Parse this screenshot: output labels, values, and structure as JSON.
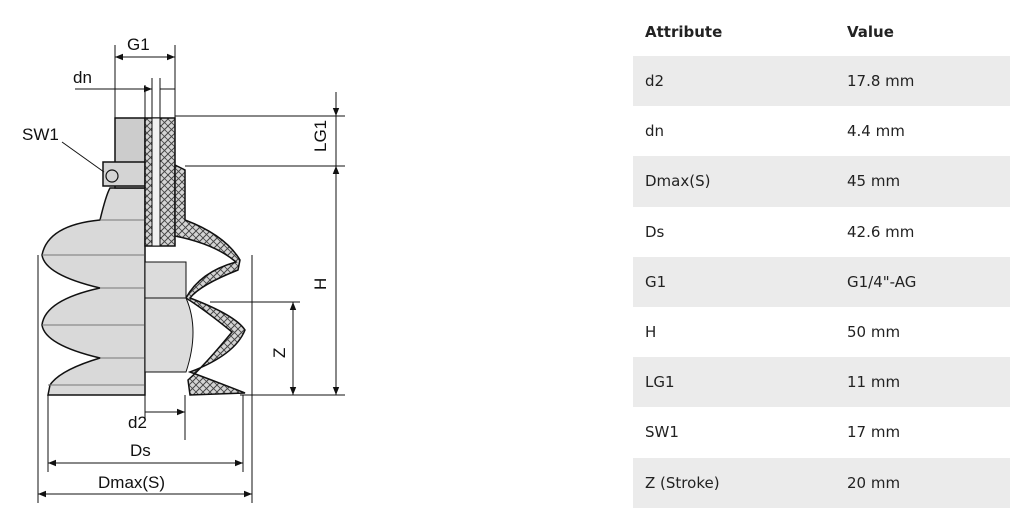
{
  "drawing": {
    "labels": {
      "g1": "G1",
      "dn": "dn",
      "sw1": "SW1",
      "lg1": "LG1",
      "h": "H",
      "z": "Z",
      "d2": "d2",
      "ds": "Ds",
      "dmax": "Dmax(S)"
    },
    "colors": {
      "rubber": "#d9d9d9",
      "fitting": "#cccccc",
      "hatch": "#444444",
      "line": "#111111"
    }
  },
  "table": {
    "header": {
      "attribute": "Attribute",
      "value": "Value"
    },
    "rows": [
      {
        "attribute": "d2",
        "value": "17.8 mm"
      },
      {
        "attribute": "dn",
        "value": "4.4 mm"
      },
      {
        "attribute": "Dmax(S)",
        "value": "45 mm"
      },
      {
        "attribute": "Ds",
        "value": "42.6 mm"
      },
      {
        "attribute": "G1",
        "value": "G1/4\"-AG"
      },
      {
        "attribute": "H",
        "value": "50 mm"
      },
      {
        "attribute": "LG1",
        "value": "11 mm"
      },
      {
        "attribute": "SW1",
        "value": "17 mm"
      },
      {
        "attribute": "Z (Stroke)",
        "value": "20 mm"
      }
    ],
    "stripe_color": "#ebebeb"
  }
}
